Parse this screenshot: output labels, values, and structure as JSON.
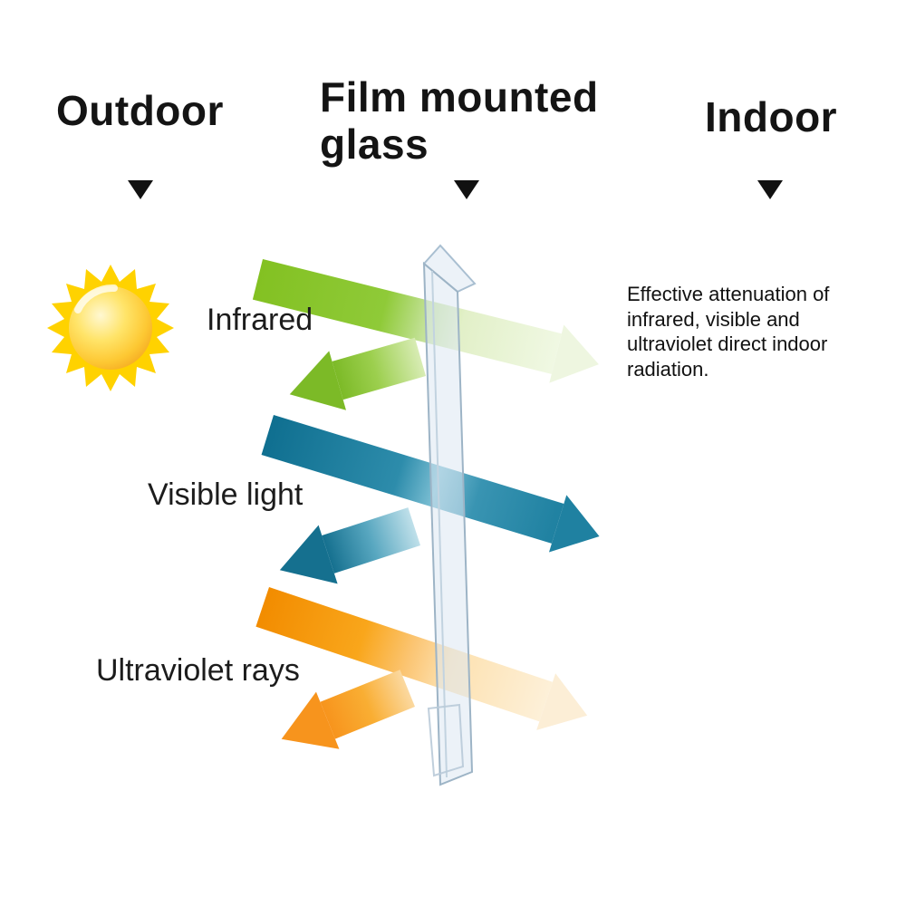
{
  "headers": {
    "outdoor": "Outdoor",
    "film_glass": "Film mounted glass",
    "indoor": "Indoor"
  },
  "beam_labels": {
    "infrared": "Infrared",
    "visible": "Visible light",
    "ultraviolet": "Ultraviolet rays"
  },
  "note": "Effective attenuation of infrared, visible and ultraviolet direct indoor radiation.",
  "colors": {
    "infrared": "#7cba27",
    "visible_light": "#1f81a1",
    "ultraviolet": "#f7941d",
    "sun": "#ffd200",
    "glass": "#dce8f2",
    "marker": "#111111",
    "background": "#ffffff"
  }
}
